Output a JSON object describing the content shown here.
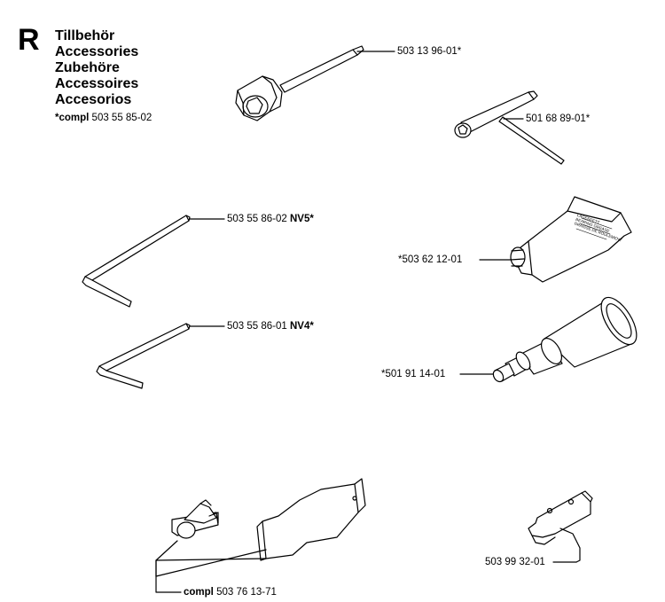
{
  "section_letter": "R",
  "titles": [
    "Tillbehör",
    "Accessories",
    "Zubehöre",
    "Accessoires",
    "Accesorios"
  ],
  "compl_note": {
    "prefix": "*compl",
    "number": "503 55 85-02"
  },
  "parts": {
    "socket_wrench": {
      "number": "503 13 96-01*"
    },
    "t_wrench": {
      "number": "501 68 89-01*"
    },
    "hex_key_nv5": {
      "number": "503 55 86-02",
      "suffix": "NV5*"
    },
    "grease_tube": {
      "number": "*503 62 12-01"
    },
    "hex_key_nv4": {
      "number": "503 55 86-01",
      "suffix": "NV4*"
    },
    "tool": {
      "number": "*501 91 14-01"
    },
    "bracket": {
      "number": "503 99 32-01"
    },
    "guard_kit": {
      "prefix": "compl",
      "number": "503 76 13-71"
    }
  },
  "tube_text": [
    "LAGERFETT",
    "BEARING GREASE",
    "GRAISSE DE ROULEMENT"
  ]
}
